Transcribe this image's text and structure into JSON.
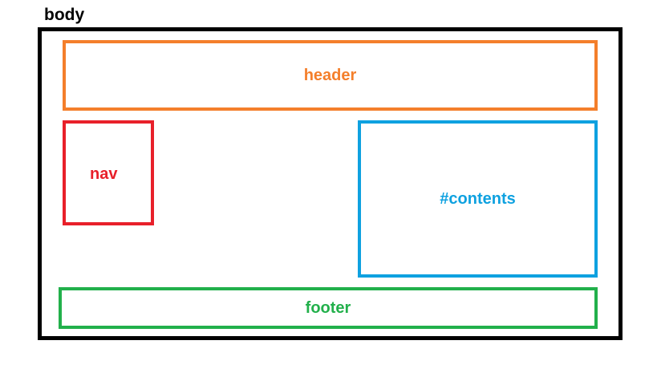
{
  "body": {
    "label": "body",
    "color": "#000000"
  },
  "header": {
    "label": "header",
    "color": "#f47f2b"
  },
  "nav": {
    "label": "nav",
    "color": "#e8202a"
  },
  "contents": {
    "label": "#contents",
    "color": "#0ea1e0"
  },
  "footer": {
    "label": "footer",
    "color": "#22b04b"
  }
}
